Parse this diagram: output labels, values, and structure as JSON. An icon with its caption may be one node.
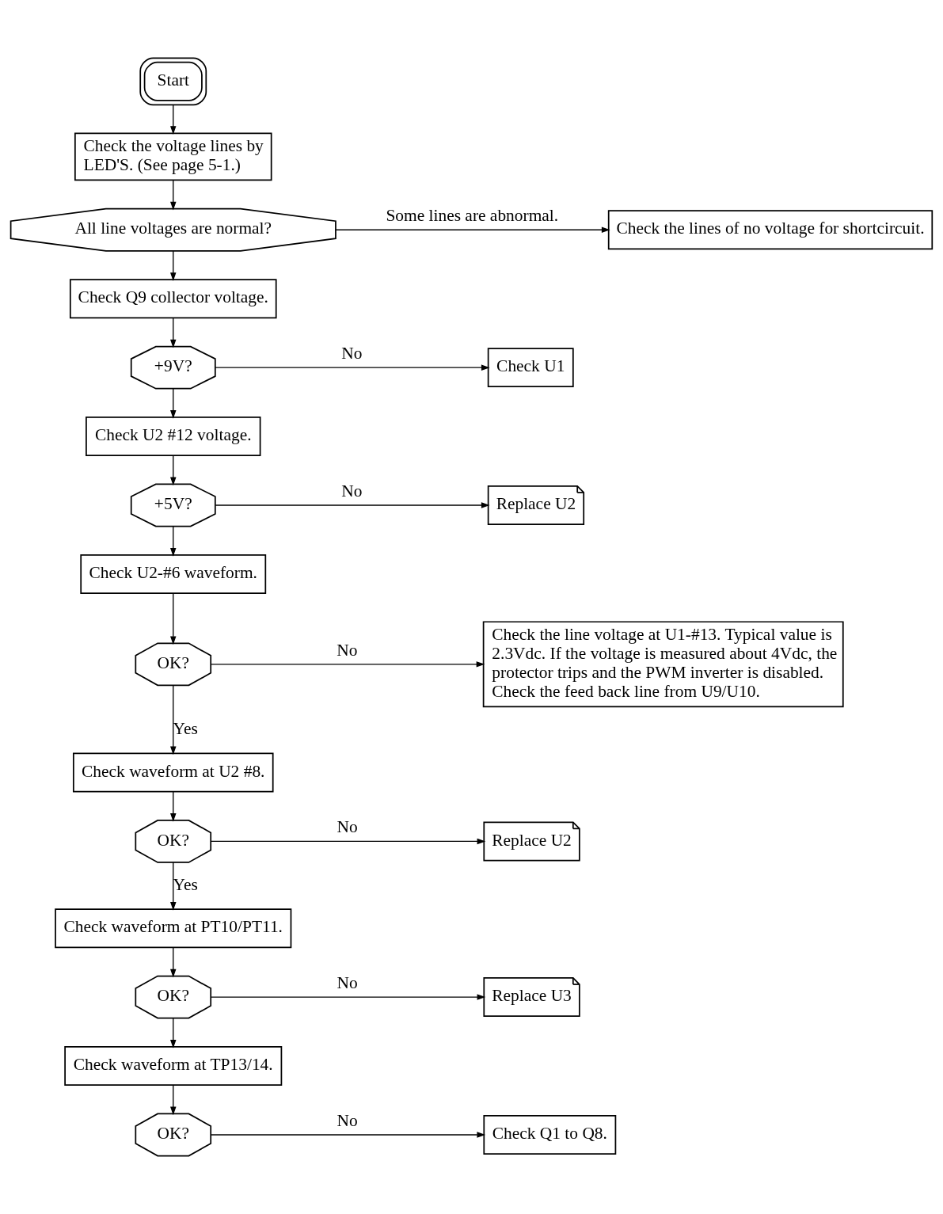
{
  "diagram": {
    "nodes": [
      {
        "text": [
          "Start"
        ]
      },
      {
        "text": [
          "Check the voltage lines by LED'S. (See page 5-1.)"
        ]
      },
      {
        "text": [
          "All line voltages are normal?"
        ]
      },
      {
        "text": [
          "Check Q9 collector voltage."
        ]
      },
      {
        "text": [
          "Check the lines of no voltage for shortcircuit."
        ]
      },
      {
        "text": [
          "+9V?"
        ]
      },
      {
        "text": [
          "Check U1"
        ]
      },
      {
        "text": [
          "Check U2 #12 voltage."
        ]
      },
      {
        "text": [
          "+5V?"
        ]
      },
      {
        "text": [
          "Replace U2"
        ]
      },
      {
        "text": [
          "Check U2-#6 waveform."
        ]
      },
      {
        "text": [
          "OK?"
        ]
      },
      {
        "text": [
          "Check the line voltage at U1-#13. Typical value is 2.3Vdc. If the voltage is measured about 4Vdc, the protector trips and the PWM inverter is disabled. Check the feed back line from U9/U10."
        ]
      },
      {
        "text": [
          "Check waveform at U2 #8."
        ]
      },
      {
        "text": [
          "OK?"
        ]
      },
      {
        "text": [
          "Replace U2"
        ]
      },
      {
        "text": [
          "Check waveform at PT10/PT11."
        ]
      },
      {
        "text": [
          "OK?"
        ]
      },
      {
        "text": [
          "Replace U3"
        ]
      },
      {
        "text": [
          "Check waveform at TP13/14."
        ]
      },
      {
        "text": [
          "OK?"
        ]
      },
      {
        "text": [
          "Check Q1 to Q8."
        ]
      }
    ],
    "edges": [
      {
        "from": 0,
        "to": 1,
        "arrow": "to"
      },
      {
        "from": 1,
        "to": 2,
        "arrow": "to"
      },
      {
        "from": 2,
        "to": 3,
        "arrow": "to"
      },
      {
        "from": 2,
        "to": 4,
        "arrow": "to",
        "label": "Some lines are abnormal."
      },
      {
        "from": 3,
        "to": 5,
        "arrow": "to"
      },
      {
        "from": 5,
        "to": 6,
        "arrow": "to",
        "label": "No"
      },
      {
        "from": 5,
        "to": 7,
        "arrow": "to"
      },
      {
        "from": 7,
        "to": 8,
        "arrow": "to"
      },
      {
        "from": 8,
        "to": 9,
        "arrow": "to",
        "label": "No"
      },
      {
        "from": 8,
        "to": 10,
        "arrow": "to"
      },
      {
        "from": 10,
        "to": 11,
        "arrow": "to"
      },
      {
        "from": 11,
        "to": 12,
        "arrow": "to",
        "label": "No"
      },
      {
        "from": 11,
        "to": 13,
        "arrow": "to",
        "label": "Yes"
      },
      {
        "from": 13,
        "to": 14,
        "arrow": "to"
      },
      {
        "from": 14,
        "to": 15,
        "arrow": "to",
        "label": "No"
      },
      {
        "from": 14,
        "to": 16,
        "arrow": "to",
        "label": "Yes"
      },
      {
        "from": 16,
        "to": 17,
        "arrow": "to"
      },
      {
        "from": 17,
        "to": 18,
        "arrow": "to",
        "label": "No"
      },
      {
        "from": 17,
        "to": 19,
        "arrow": "to"
      },
      {
        "from": 19,
        "to": 20,
        "arrow": "to"
      },
      {
        "from": 20,
        "to": 21,
        "arrow": "to",
        "label": "No"
      }
    ]
  }
}
